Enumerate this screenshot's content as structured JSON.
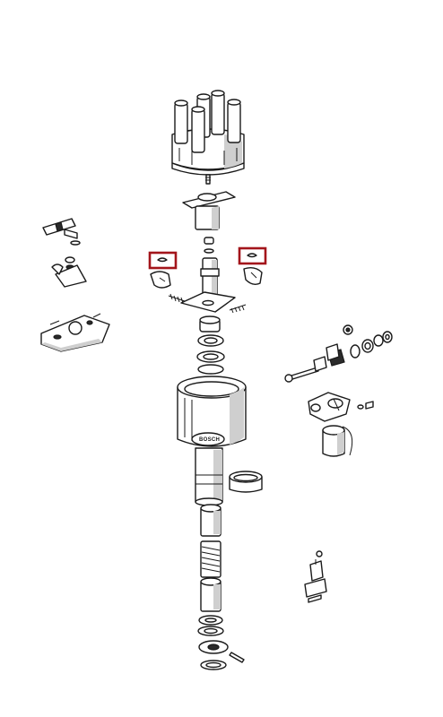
{
  "diagram": {
    "brand_label": "BOSCH",
    "highlight_color": "#a3151b",
    "ink_color": "#1a1a1a",
    "highlighted_parts": [
      "left-spring-clip",
      "right-spring-clip"
    ]
  }
}
